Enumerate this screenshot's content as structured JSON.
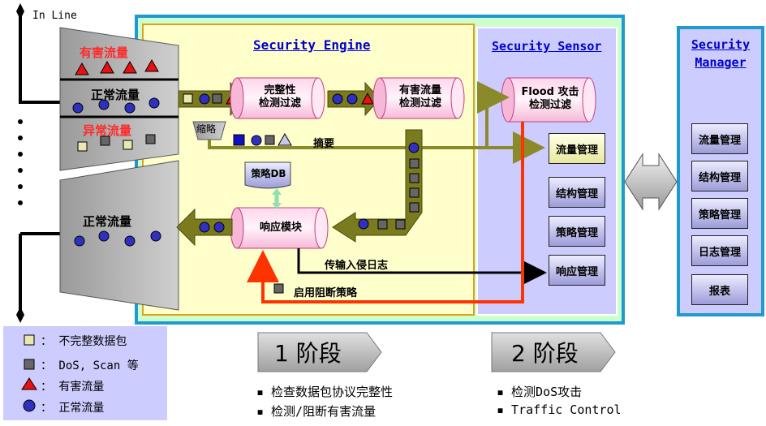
{
  "inline_label": "In Line",
  "funnel_top": {
    "harmful": "有害流量",
    "normal": "正常流量",
    "abnormal": "异常流量"
  },
  "funnel_bottom": {
    "normal": "正常流量"
  },
  "engine": {
    "title": "Security Engine",
    "integrity_filter": "完整性\n检测过滤",
    "harmful_filter": "有害流量\n检测过滤",
    "summary_src": "缩略",
    "summary_label": "摘要",
    "policy_db": "策略DB",
    "response_module": "响应模块",
    "intrusion_log": "传输入侵日志",
    "block_policy": "启用阻断策略"
  },
  "sensor": {
    "title": "Security Sensor",
    "flood_filter": "Flood 攻击\n检测过滤",
    "boxes": [
      "流量管理",
      "结构管理",
      "策略管理",
      "响应管理"
    ]
  },
  "manager": {
    "title": "Security Manager",
    "boxes": [
      "流量管理",
      "结构管理",
      "策略管理",
      "日志管理",
      "报表"
    ]
  },
  "legend": [
    {
      "icon": "incomplete-packet-icon",
      "text": "： 不完整数据包"
    },
    {
      "icon": "dos-scan-icon",
      "text": "： DoS, Scan 等"
    },
    {
      "icon": "harmful-traffic-icon",
      "text": "： 有害流量"
    },
    {
      "icon": "normal-traffic-icon",
      "text": "： 正常流量"
    }
  ],
  "stage1": {
    "label": "1 阶段",
    "bullets": [
      "▪ 检查数据包协议完整性",
      "▪ 检测/阻断有害流量"
    ]
  },
  "stage2": {
    "label": "2 阶段",
    "bullets": [
      "▪ 检测DoS攻击",
      "▪ Traffic Control"
    ]
  },
  "colors": {
    "engine_bg": "#ffffcc",
    "outer_bg": "#ccffcc",
    "outer_border": "#1e9ad0",
    "sensor_bg": "#ccccff",
    "olive": "#7a7a1e",
    "red_line": "#ff3300",
    "box_fill": "#c8c8ee",
    "legend_bg": "#ccccff"
  }
}
